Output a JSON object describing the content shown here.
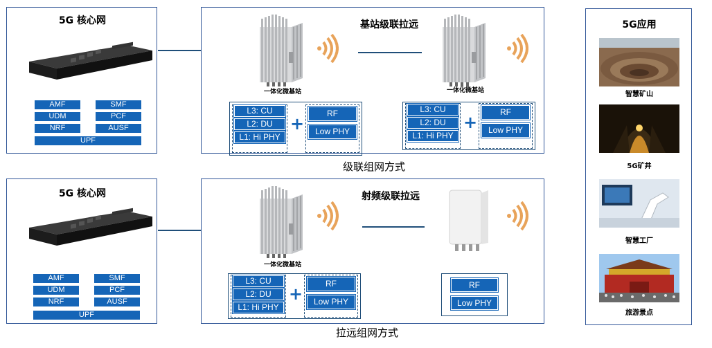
{
  "core_top": {
    "title": "5G 核心网",
    "tags": [
      "AMF",
      "SMF",
      "UDM",
      "PCF",
      "NRF",
      "AUSF",
      "UPF"
    ]
  },
  "core_bottom": {
    "title": "5G 核心网",
    "tags": [
      "AMF",
      "SMF",
      "UDM",
      "PCF",
      "NRF",
      "AUSF",
      "UPF"
    ]
  },
  "cascade_top": {
    "title": "基站级联拉远",
    "bs1_label": "一体化微基站",
    "bs2_label": "一体化微基站",
    "left_layers": [
      "L3: CU",
      "L2: DU",
      "L1: Hi PHY"
    ],
    "left_right": [
      "RF",
      "Low PHY"
    ],
    "right_layers": [
      "L3: CU",
      "L2: DU",
      "L1: Hi PHY"
    ],
    "right_right": [
      "RF",
      "Low PHY"
    ],
    "caption": "级联组网方式"
  },
  "cascade_bottom": {
    "title": "射频级联拉远",
    "bs1_label": "一体化微基站",
    "left_layers": [
      "L3: CU",
      "L2: DU",
      "L1: Hi PHY"
    ],
    "left_right": [
      "RF",
      "Low PHY"
    ],
    "rru": [
      "RF",
      "Low PHY"
    ],
    "caption": "拉远组网方式"
  },
  "apps": {
    "title": "5G应用",
    "items": [
      "智慧矿山",
      "5G矿井",
      "智慧工厂",
      "旅游景点"
    ]
  },
  "colors": {
    "accent": "#1565b7",
    "border": "#2f5597",
    "wave": "#e8a35a"
  }
}
